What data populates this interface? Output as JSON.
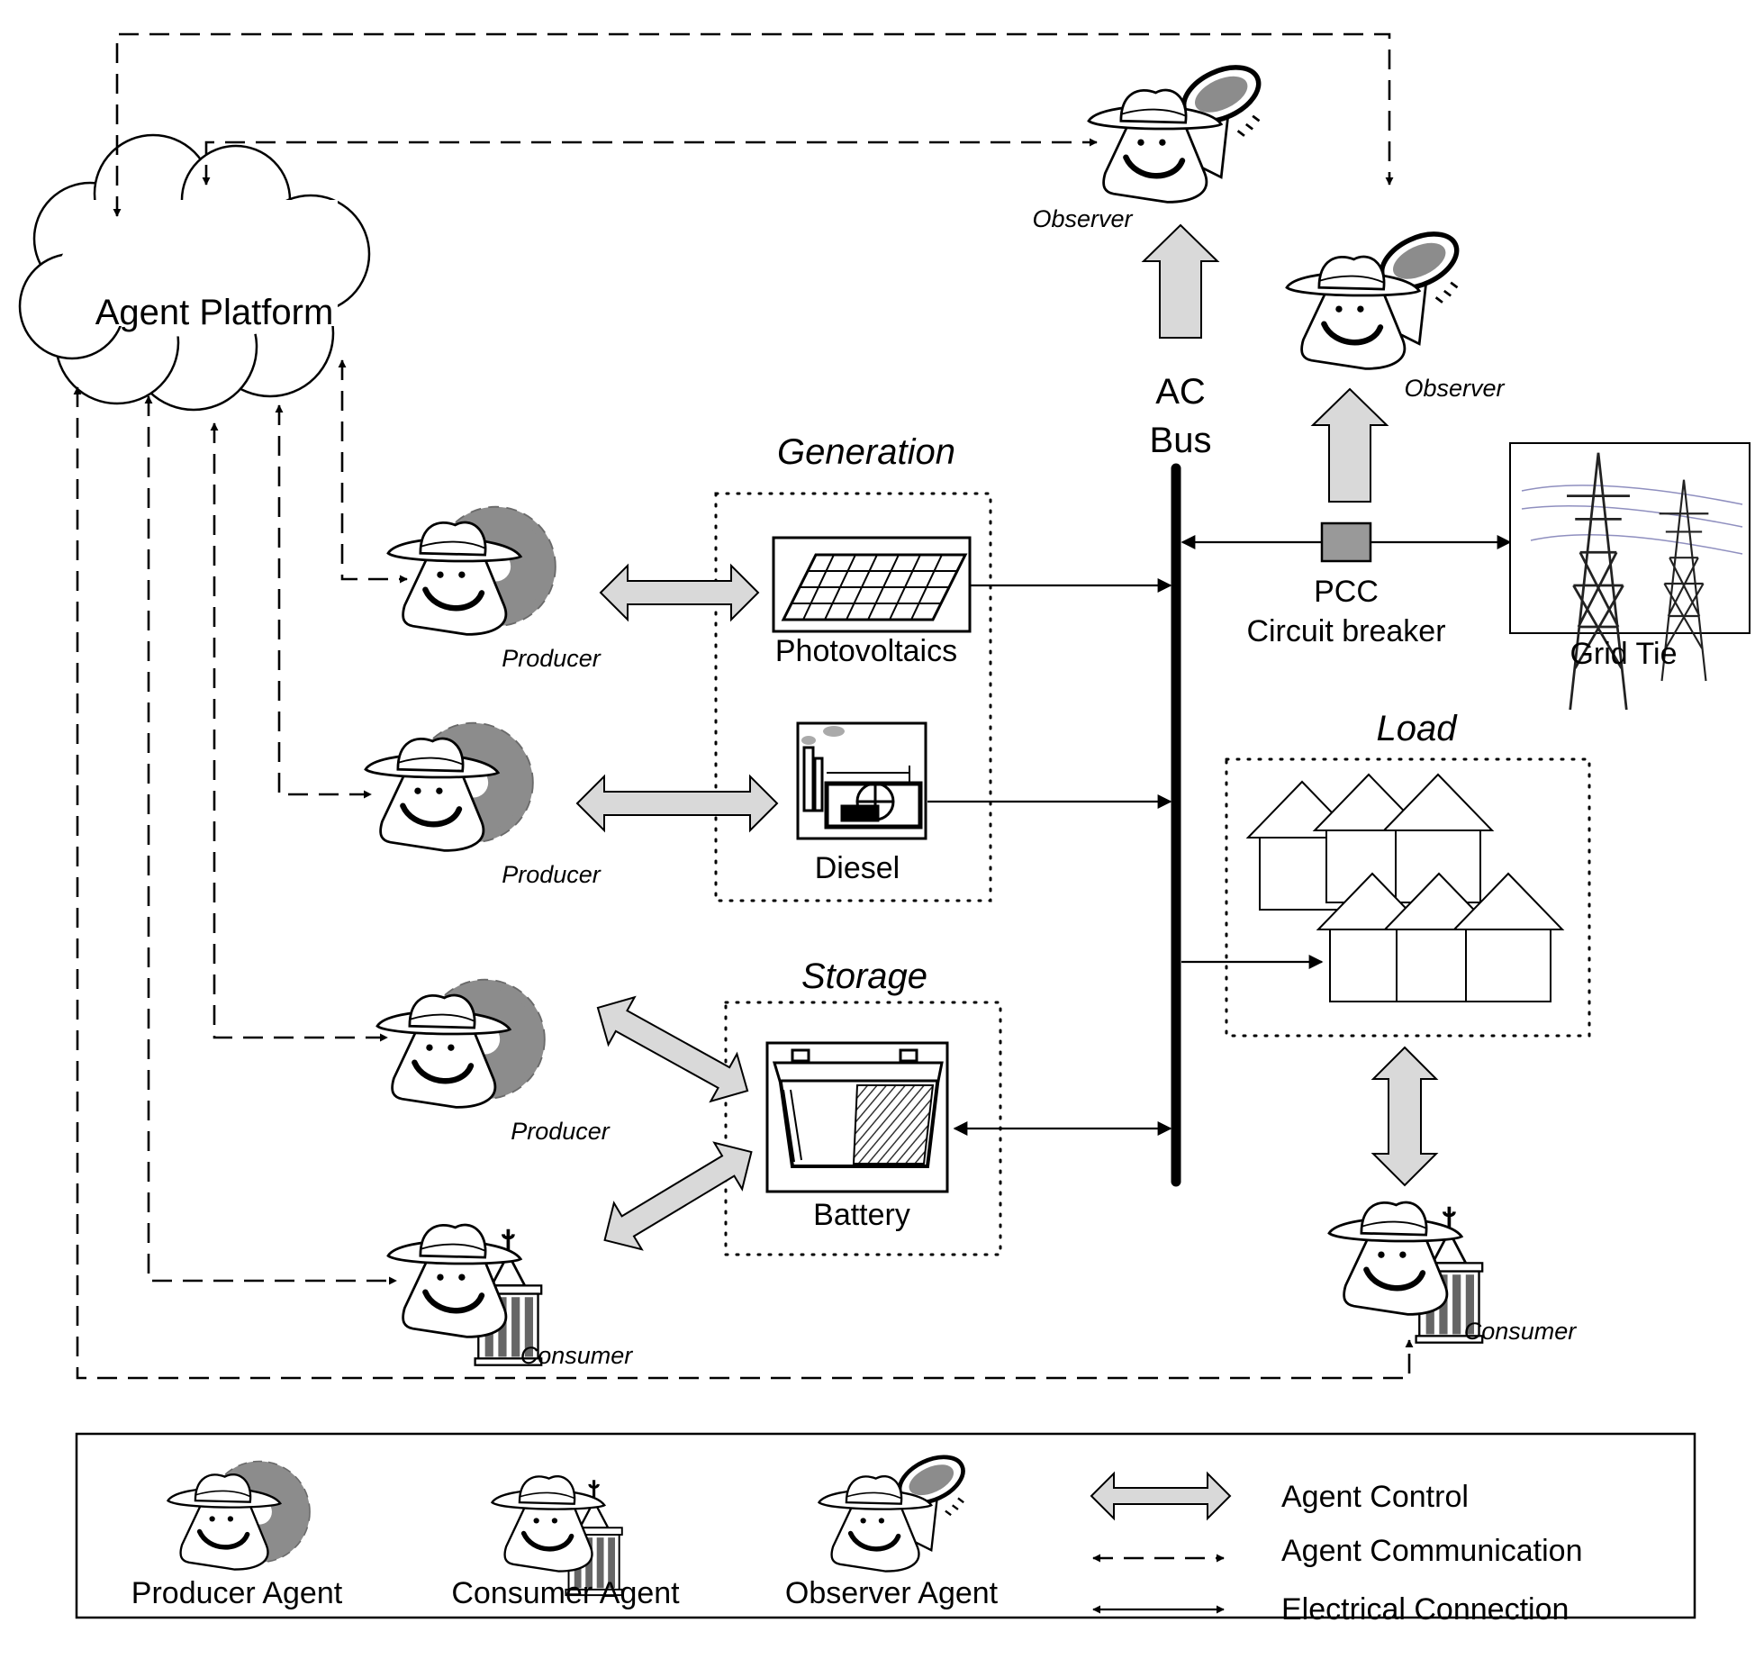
{
  "platform": {
    "label": "Agent Platform"
  },
  "bus": {
    "line1": "AC",
    "line2": "Bus"
  },
  "groups": {
    "generation": "Generation",
    "storage": "Storage",
    "load": "Load"
  },
  "components": {
    "photovoltaics": "Photovoltaics",
    "diesel": "Diesel",
    "battery": "Battery",
    "pcc_line1": "PCC",
    "pcc_line2": "Circuit breaker",
    "grid_tie": "Grid Tie"
  },
  "agents": {
    "producer_pv": "Producer",
    "producer_diesel": "Producer",
    "producer_storage": "Producer",
    "consumer_storage": "Consumer",
    "consumer_load": "Consumer",
    "observer_bus": "Observer",
    "observer_pcc": "Observer"
  },
  "legend": {
    "producer": "Producer Agent",
    "consumer": "Consumer Agent",
    "observer": "Observer Agent",
    "control": "Agent Control",
    "communication": "Agent Communication",
    "electrical": "Electrical Connection"
  },
  "colors": {
    "control_fill": "#d9d9d9",
    "gear": "#8c8c8c",
    "pcc_breaker": "#999999"
  },
  "icons": [
    "cloud-icon",
    "producer-agent-icon",
    "consumer-agent-icon",
    "observer-agent-icon",
    "solar-panel-icon",
    "diesel-generator-icon",
    "battery-icon",
    "houses-icon",
    "transmission-tower-icon",
    "circuit-breaker-icon"
  ]
}
